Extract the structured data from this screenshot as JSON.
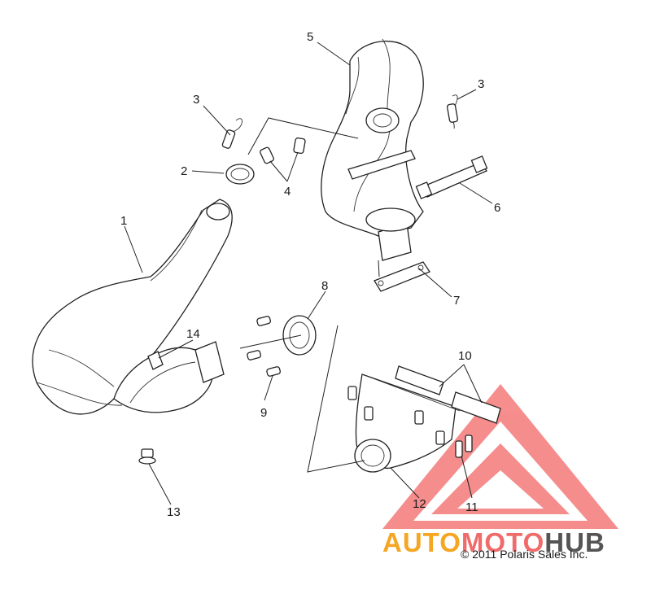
{
  "callouts": {
    "c1": "1",
    "c2": "2",
    "c3a": "3",
    "c3b": "3",
    "c4": "4",
    "c5": "5",
    "c6": "6",
    "c7": "7",
    "c8": "8",
    "c9": "9",
    "c10": "10",
    "c11": "11",
    "c12": "12",
    "c13": "13",
    "c14": "14"
  },
  "copyright": "© 2011 Polaris Sales Inc.",
  "watermark": {
    "brand_part1": "AUTO",
    "brand_part2": "MOTO",
    "brand_part3": "HUB",
    "colors": {
      "orange": "#f5a623",
      "red": "#f06b6b",
      "gray": "#555555"
    }
  }
}
